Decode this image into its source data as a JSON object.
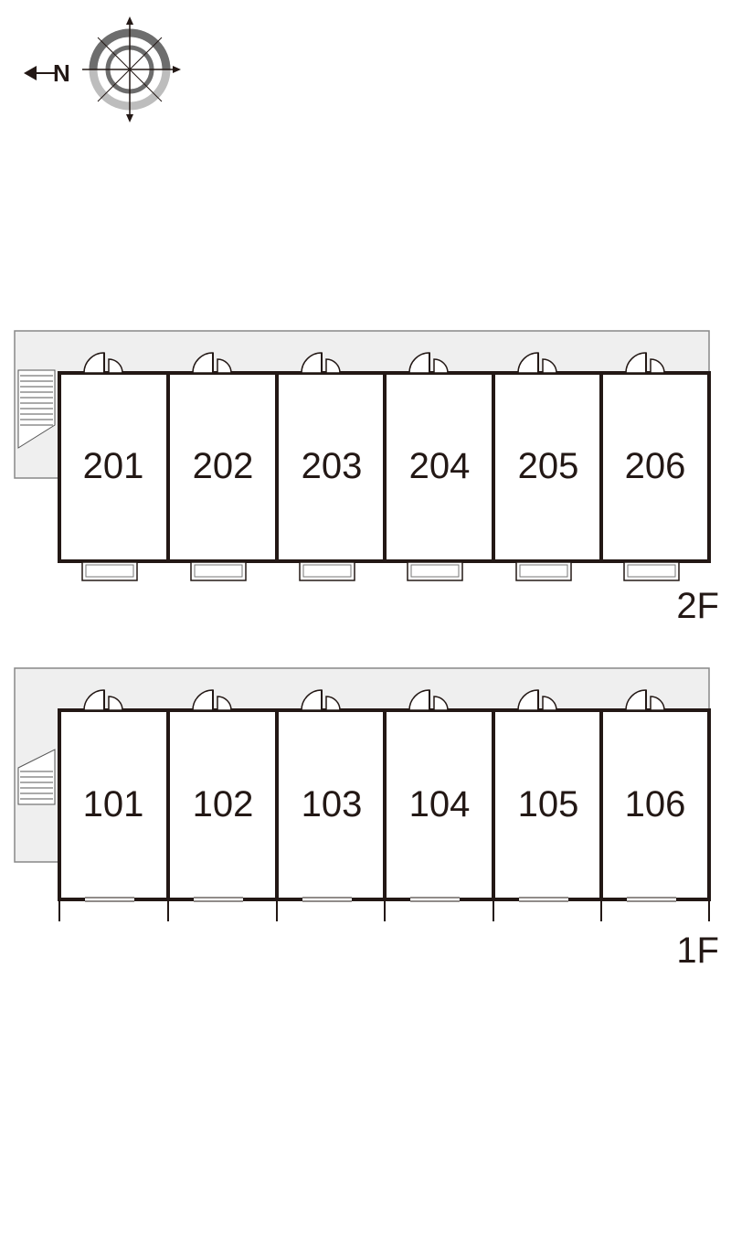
{
  "compass": {
    "north_label": "N"
  },
  "floors": [
    {
      "label": "2F",
      "rooms": [
        "201",
        "202",
        "203",
        "204",
        "205",
        "206"
      ]
    },
    {
      "label": "1F",
      "rooms": [
        "101",
        "102",
        "103",
        "104",
        "105",
        "106"
      ]
    }
  ],
  "colors": {
    "wall": "#231815",
    "corridor": "#efefef",
    "compass_dark": "#6d6d6d",
    "compass_light": "#bdbdbd"
  },
  "icons": [
    "compass-icon",
    "north-arrow-icon",
    "door-icon",
    "stairs-icon",
    "balcony-icon"
  ]
}
